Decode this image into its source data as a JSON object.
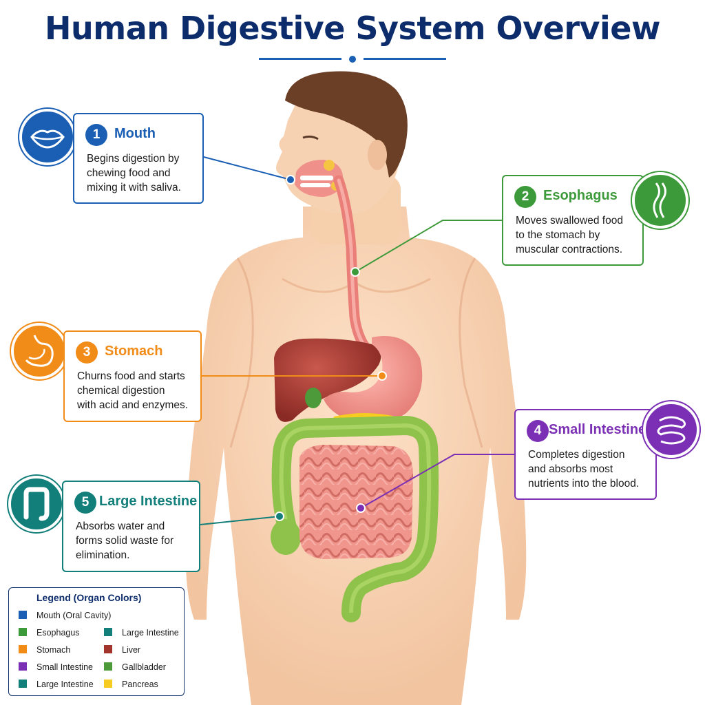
{
  "title": "Human Digestive System Overview",
  "callouts": [
    {
      "number": "1",
      "name": "Mouth",
      "description": [
        "Begins digestion by",
        "chewing food and",
        "mixing it with saliva."
      ],
      "color": "#1a5fb4",
      "icon": "lips-icon"
    },
    {
      "number": "2",
      "name": "Esophagus",
      "description": [
        "Moves swallowed food",
        "to the stomach by",
        "muscular contractions."
      ],
      "color": "#3d9a3a",
      "icon": "esophagus-icon"
    },
    {
      "number": "3",
      "name": "Stomach",
      "description": [
        "Churns food and starts",
        "chemical digestion",
        "with acid and enzymes."
      ],
      "color": "#f28c18",
      "icon": "stomach-icon"
    },
    {
      "number": "4",
      "name": "Small Intestine",
      "description": [
        "Completes digestion",
        "and absorbs most",
        "nutrients into the blood."
      ],
      "color": "#7b2fb5",
      "icon": "small-intestine-icon"
    },
    {
      "number": "5",
      "name": "Large Intestine",
      "description": [
        "Absorbs water and",
        "forms solid waste for",
        "elimination."
      ],
      "color": "#137f7a",
      "icon": "large-intestine-icon"
    }
  ],
  "legend": {
    "title": "Legend (Organ Colors)",
    "items": [
      {
        "label": "Mouth (Oral Cavity)",
        "color": "#1a5fb4"
      },
      {
        "label": "Esophagus",
        "color": "#3d9a3a"
      },
      {
        "label": "Stomach",
        "color": "#f28c18"
      },
      {
        "label": "Small Intestine",
        "color": "#7b2fb5"
      },
      {
        "label": "Large Intestine",
        "color": "#137f7a"
      },
      {
        "label": "Large Intestine",
        "color": "#137f7a"
      },
      {
        "label": "Liver",
        "color": "#a3332d"
      },
      {
        "label": "Gallbladder",
        "color": "#4c9a3a"
      },
      {
        "label": "Pancreas",
        "color": "#f5cc1f"
      }
    ]
  }
}
